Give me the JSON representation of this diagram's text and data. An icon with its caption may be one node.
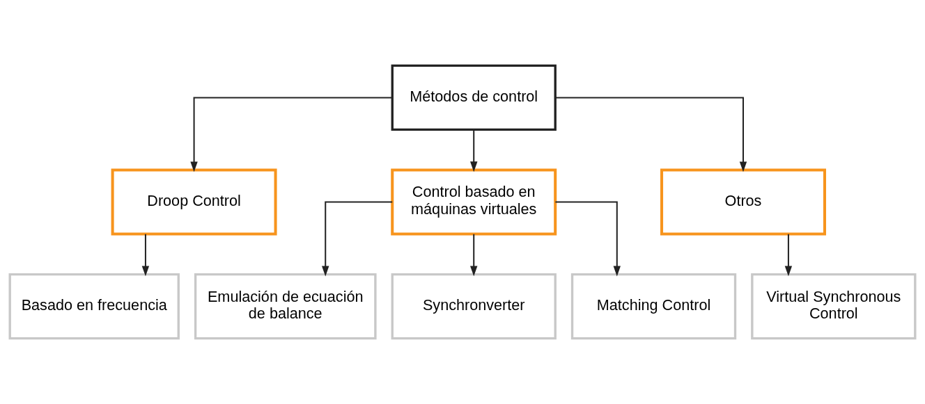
{
  "diagram": {
    "nodes": [
      {
        "text": [
          "Métodos de control"
        ]
      },
      {
        "text": [
          "Droop Control"
        ]
      },
      {
        "text": [
          "Control basado en máquinas virtuales"
        ]
      },
      {
        "text": [
          "Otros"
        ]
      },
      {
        "text": [
          "Basado en frecuencia"
        ]
      },
      {
        "text": [
          "Emulación de ecuación de balance"
        ]
      },
      {
        "text": [
          "Synchronverter"
        ]
      },
      {
        "text": [
          "Matching Control"
        ]
      },
      {
        "text": [
          "Virtual Synchronous Control"
        ]
      }
    ],
    "edges": [
      {
        "from": 0,
        "to": 1,
        "arrow": "to"
      },
      {
        "from": 0,
        "to": 2,
        "arrow": "to"
      },
      {
        "from": 0,
        "to": 3,
        "arrow": "to"
      },
      {
        "from": 1,
        "to": 4,
        "arrow": "to"
      },
      {
        "from": 2,
        "to": 5,
        "arrow": "to"
      },
      {
        "from": 2,
        "to": 6,
        "arrow": "to"
      },
      {
        "from": 2,
        "to": 7,
        "arrow": "to"
      },
      {
        "from": 3,
        "to": 8,
        "arrow": "to"
      }
    ]
  }
}
